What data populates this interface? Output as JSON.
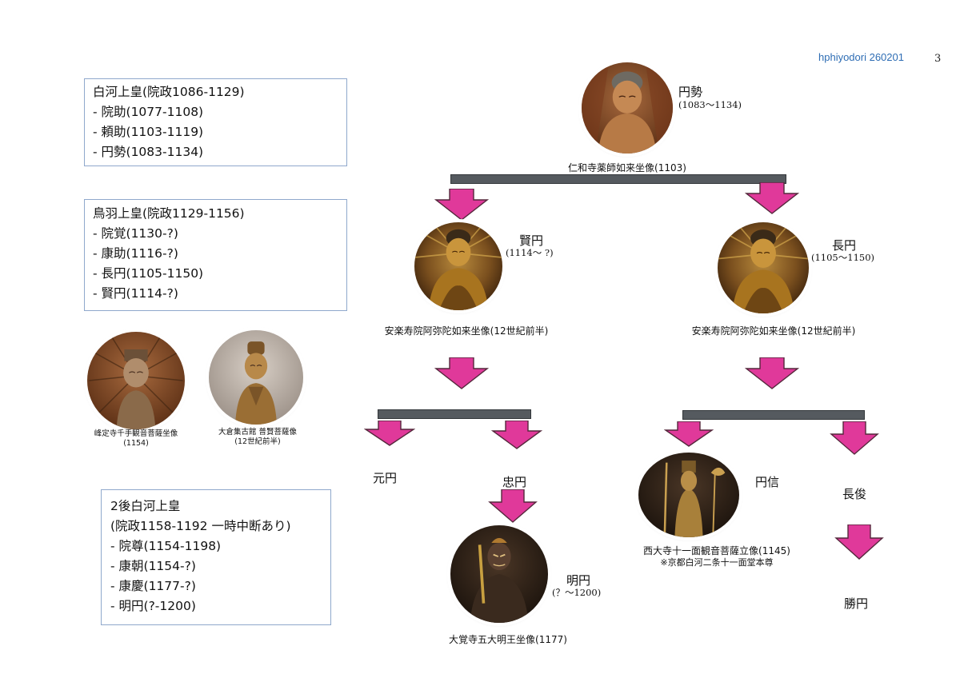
{
  "header": {
    "author": "hphiyodori 260201",
    "page": "3"
  },
  "colors": {
    "arrow": "#e0399a",
    "bar": "#555a5f",
    "box_border": "#8fa8cc",
    "header_text": "#2e6db4"
  },
  "boxes": [
    {
      "lines": [
        "白河上皇(院政1086-1129)",
        "- 院助(1077-1108)",
        "- 頼助(1103-1119)",
        "- 円勢(1083-1134)"
      ]
    },
    {
      "lines": [
        "鳥羽上皇(院政1129-1156)",
        "- 院覚(1130-?)",
        "- 康助(1116-?)",
        "- 長円(1105-1150)",
        "- 賢円(1114-?)"
      ]
    },
    {
      "lines": [
        "2後白河上皇",
        "(院政1158-1192 一時中断あり)",
        "- 院尊(1154-1198)",
        "- 康朝(1154-?)",
        "- 康慶(1177-?)",
        "- 明円(?-1200)"
      ]
    }
  ],
  "nodes": {
    "ensei": {
      "name": "円勢",
      "dates": "(1083〜1134)",
      "caption": "仁和寺薬師如来坐像(1103)",
      "image": "buddha-statue-icon"
    },
    "kenen": {
      "name": "賢円",
      "dates": "(1114〜 ?)",
      "caption": "安楽寿院阿弥陀如来坐像(12世紀前半)",
      "image": "amida-statue-icon"
    },
    "choen": {
      "name": "長円",
      "dates": "(1105〜1150)",
      "caption": "安楽寿院阿弥陀如来坐像(12世紀前半)",
      "image": "amida-statue-icon"
    },
    "genen": {
      "name": "元円"
    },
    "chuen": {
      "name": "忠円"
    },
    "myoen": {
      "name": "明円",
      "dates": "(？〜1200)",
      "caption": "大覚寺五大明王坐像(1177)",
      "image": "myoo-statue-icon"
    },
    "enshin": {
      "name": "円信",
      "caption1": "西大寺十一面観音菩薩立像(1145)",
      "caption2": "※京都白河二条十一面堂本尊",
      "image": "kannon-statue-icon"
    },
    "chojun": {
      "name": "長俊"
    },
    "shoen": {
      "name": "勝円"
    }
  },
  "side_images": [
    {
      "caption1": "峰定寺千手観音菩薩坐像",
      "caption2": "(1154)",
      "image": "senju-kannon-icon"
    },
    {
      "caption1": "大倉集古館 普賢菩薩像",
      "caption2": "(12世紀前半)",
      "image": "fugen-statue-icon"
    }
  ]
}
